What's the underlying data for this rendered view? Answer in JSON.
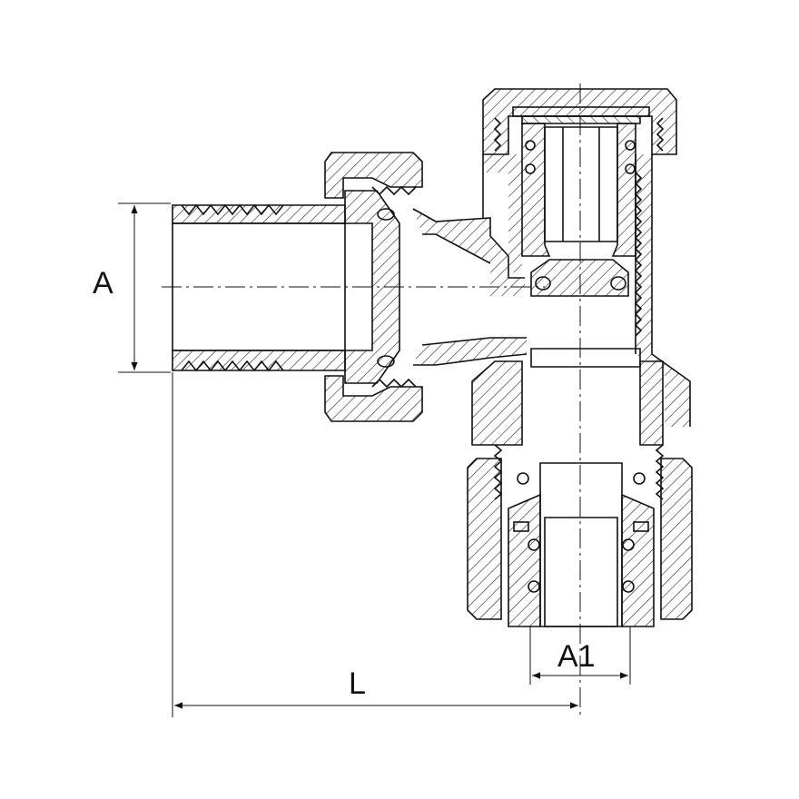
{
  "drawing": {
    "title": "",
    "dimensions": {
      "inlet_diameter": "A",
      "outlet_diameter": "A1",
      "length": "L"
    },
    "colors": {
      "line": "#111111",
      "background": "#ffffff"
    }
  }
}
